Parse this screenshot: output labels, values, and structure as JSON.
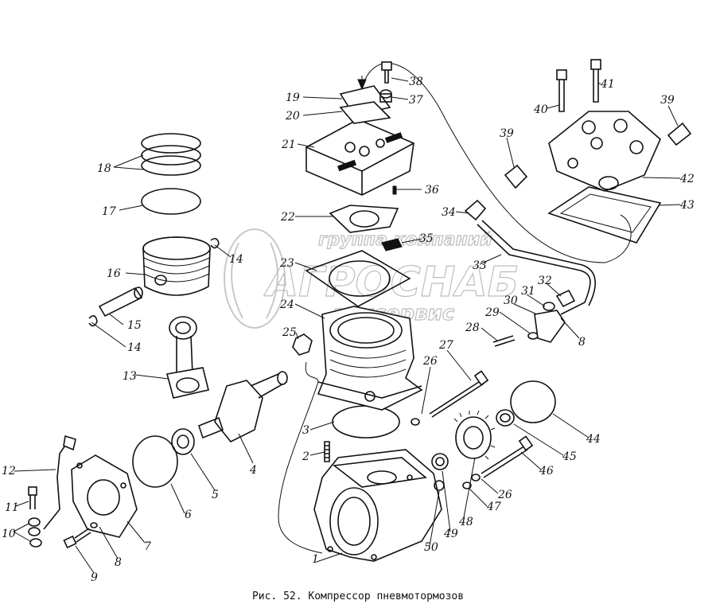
{
  "caption": "Рис. 52. Компрессор пневмотормозов",
  "watermark": {
    "line1": "группа компаний",
    "line2": "АГРОСНАБ",
    "line3": "техсервис"
  },
  "callouts": [
    "1",
    "2",
    "3",
    "4",
    "5",
    "6",
    "7",
    "8",
    "8",
    "9",
    "10",
    "11",
    "12",
    "13",
    "14",
    "14",
    "15",
    "16",
    "17",
    "18",
    "19",
    "20",
    "21",
    "22",
    "23",
    "24",
    "25",
    "26",
    "26",
    "27",
    "28",
    "29",
    "30",
    "31",
    "32",
    "33",
    "34",
    "35",
    "36",
    "37",
    "38",
    "39",
    "39",
    "40",
    "41",
    "42",
    "43",
    "44",
    "45",
    "46",
    "47",
    "48",
    "49",
    "50"
  ]
}
